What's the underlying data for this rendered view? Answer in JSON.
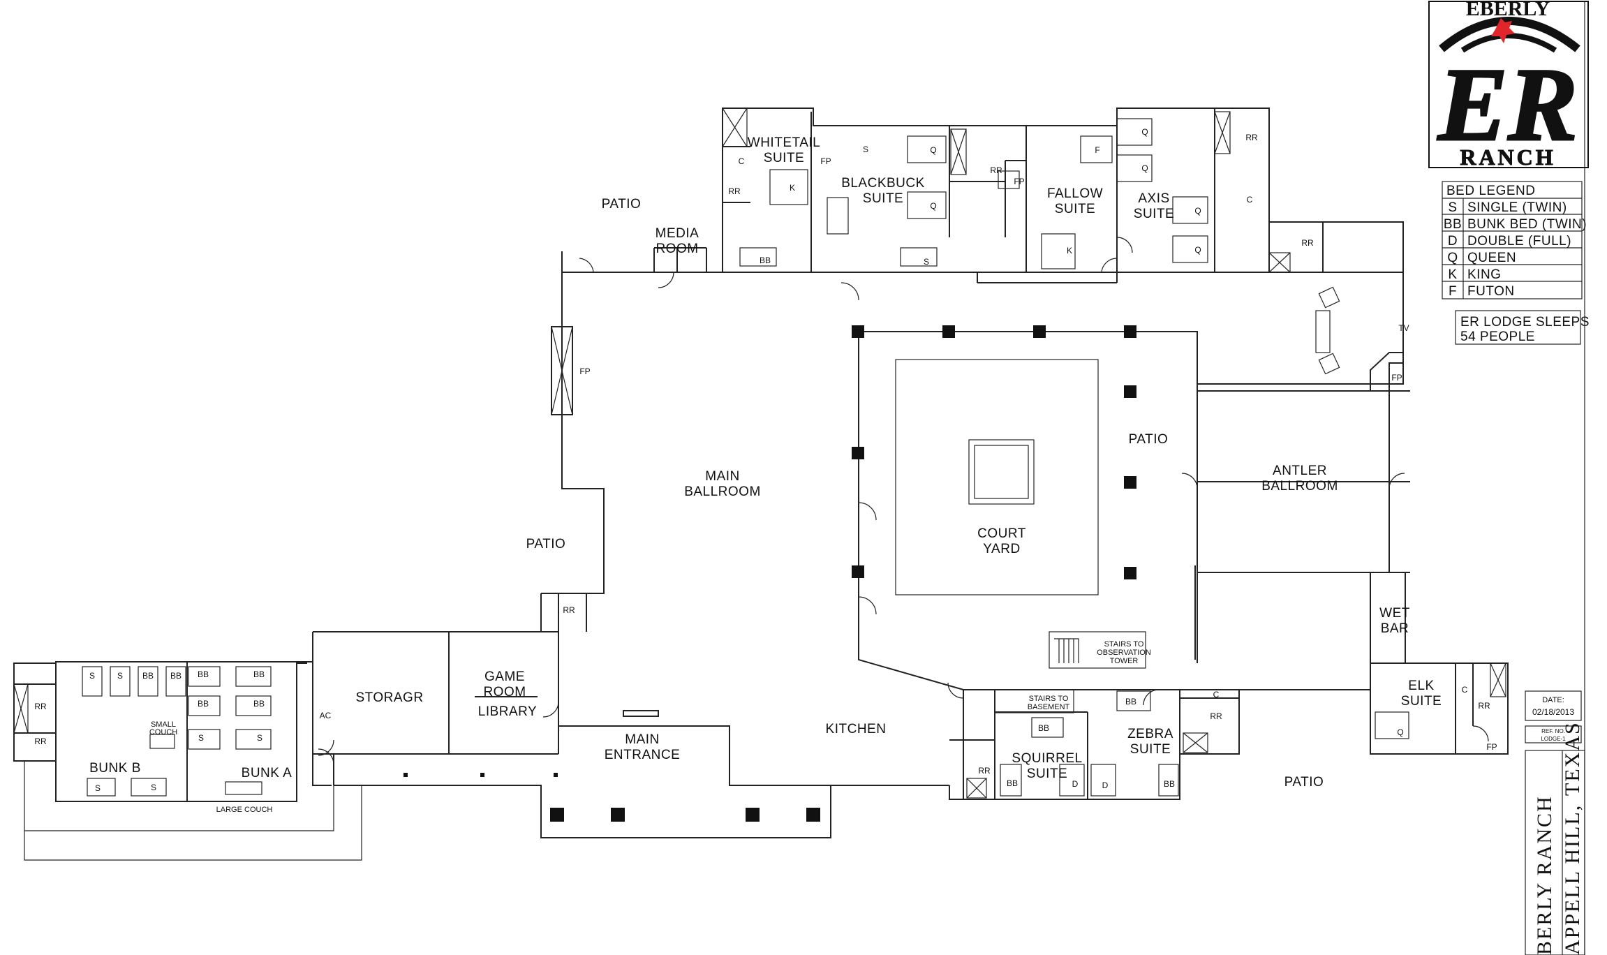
{
  "logo": {
    "arc_text": "EBERLY",
    "letters": "ER",
    "bottom_text": "RANCH",
    "colors": {
      "red": "#e1262b",
      "black": "#111111"
    }
  },
  "legend": {
    "title": "BED LEGEND",
    "rows": [
      {
        "code": "S",
        "desc": "SINGLE (TWIN)"
      },
      {
        "code": "BB",
        "desc": "BUNK BED (TWIN)"
      },
      {
        "code": "D",
        "desc": "DOUBLE (FULL)"
      },
      {
        "code": "Q",
        "desc": "QUEEN"
      },
      {
        "code": "K",
        "desc": "KING"
      },
      {
        "code": "F",
        "desc": "FUTON"
      }
    ],
    "sleeps_line1": "ER LODGE SLEEPS",
    "sleeps_line2": "54 PEOPLE"
  },
  "titleblock": {
    "date_label": "DATE:",
    "date_value": "02/18/2013",
    "ref_label": "REF. NO.",
    "ref_value": "LODGE-1",
    "sheet_name": "BERLY RANCH",
    "sheet_city": "APPELL HILL,",
    "sheet_state": "TEXAS"
  },
  "rooms": {
    "whitetail_1": "WHITETAIL",
    "whitetail_2": "SUITE",
    "blackbuck_1": "BLACKBUCK",
    "blackbuck_2": "SUITE",
    "fallow_1": "FALLOW",
    "fallow_2": "SUITE",
    "axis_1": "AXIS",
    "axis_2": "SUITE",
    "media_1": "MEDIA",
    "media_2": "ROOM",
    "patio": "PATIO",
    "main_ballroom_1": "MAIN",
    "main_ballroom_2": "BALLROOM",
    "court_1": "COURT",
    "court_2": "YARD",
    "antler_1": "ANTLER",
    "antler_2": "BALLROOM",
    "wetbar_1": "WET",
    "wetbar_2": "BAR",
    "elk_1": "ELK",
    "elk_2": "SUITE",
    "storage": "STORAGR",
    "gameroom_1": "GAME",
    "gameroom_2": "ROOM",
    "library": "LIBRARY",
    "main_entrance_1": "MAIN",
    "main_entrance_2": "ENTRANCE",
    "kitchen": "KITCHEN",
    "squirrel_1": "SQUIRREL",
    "squirrel_2": "SUITE",
    "zebra_1": "ZEBRA",
    "zebra_2": "SUITE",
    "bunk_a": "BUNK  A",
    "bunk_b": "BUNK  B",
    "small_couch_1": "SMALL",
    "small_couch_2": "COUCH",
    "large_couch": "LARGE COUCH",
    "stairs_tower_1": "STAIRS TO",
    "stairs_tower_2": "OBSERVATION",
    "stairs_tower_3": "TOWER",
    "stairs_base_1": "STAIRS TO",
    "stairs_base_2": "BASEMENT"
  },
  "marks": {
    "rr": "RR",
    "c": "C",
    "fp": "FP",
    "tv": "TV",
    "ac": "AC",
    "s": "S",
    "bb": "BB",
    "d": "D",
    "q": "Q",
    "k": "K",
    "f": "F"
  }
}
